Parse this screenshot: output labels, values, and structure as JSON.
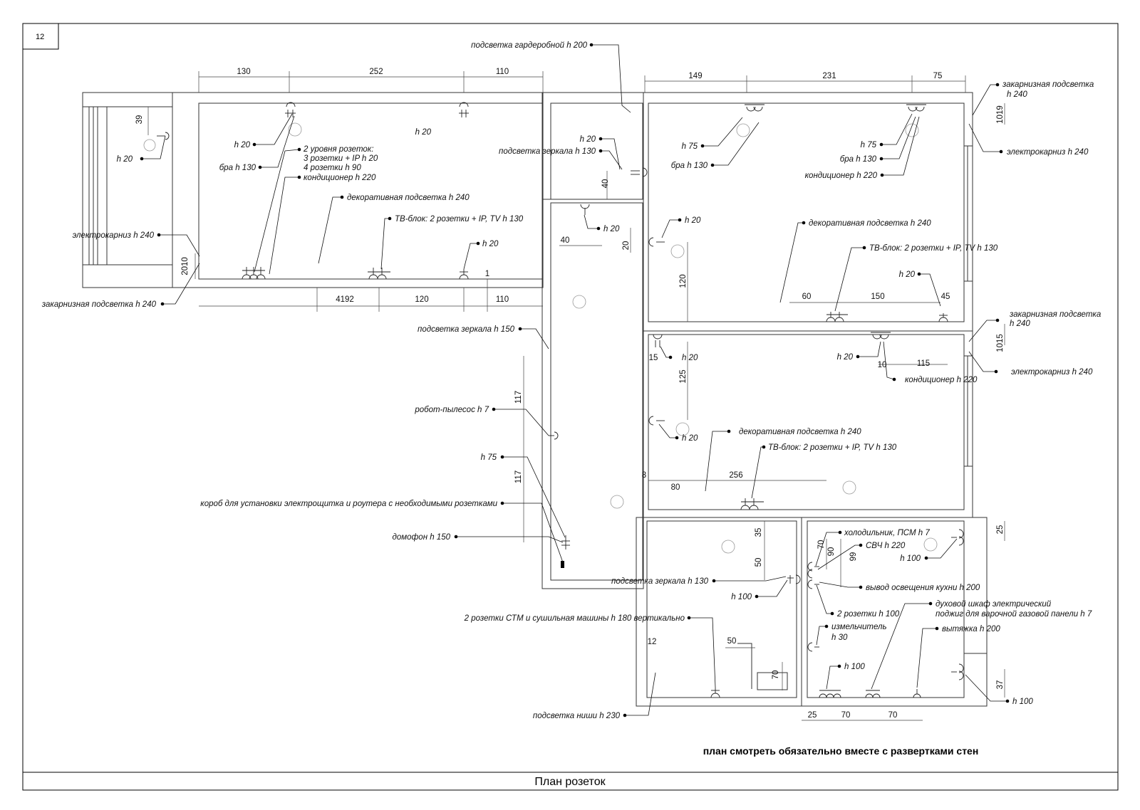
{
  "sheet": {
    "page_number": "12",
    "title": "План розеток",
    "note": "план смотреть обязательно вместе с развертками стен"
  },
  "dimensions": {
    "top_left": [
      "130",
      "252",
      "110"
    ],
    "top_right": [
      "149",
      "231",
      "75"
    ],
    "living_bottom": [
      "4192",
      "120",
      "110"
    ],
    "living_bottom_small": "1",
    "living_left_39": "39",
    "living_left_2010": "2010",
    "wardrobe_40_a": "40",
    "hall_40": "40",
    "br_20": "20",
    "br_120": "120",
    "br_tv": [
      "60",
      "150",
      "45"
    ],
    "br_1019": "1019",
    "br2_1015": "1015",
    "br2_15": "15",
    "br2_125": "125",
    "br2_10": "10",
    "br2_115": "115",
    "br2_8": "8",
    "br2_80": "80",
    "br2_256": "256",
    "corr_117_a": "117",
    "corr_117_b": "117",
    "bath_35": "35",
    "bath_50": "50",
    "bath_50b": "50",
    "bath_12": "12",
    "bath_70": "70",
    "kit_70": "70",
    "kit_90": "90",
    "kit_99": "99",
    "kit_25": "25",
    "kit_37": "37",
    "kit_bottom": [
      "25",
      "70",
      "70"
    ]
  },
  "labels": {
    "wardrobe_light": "подсветка гардеробной h 200",
    "cornice_light_tr": "закарнизная подсветка",
    "cornice_light_tr_h": "h 240",
    "ecornice_tr": "электрокарниз h 240",
    "lr_h20_left": "h 20",
    "lr_h20_a": "h 20",
    "lr_h20_b": "h 20",
    "lr_bra": "бра h 130",
    "lr_levels_1": "2 уровня розеток:",
    "lr_levels_2": "3 розетки + IP h 20",
    "lr_levels_3": "4 розетки h 90",
    "lr_ac": "кондиционер h 220",
    "lr_deco": "декоративная подсветка h 240",
    "lr_tv": "ТВ-блок: 2 розетки + IP, TV h 130",
    "lr_h20_c": "h 20",
    "lr_ecornice": "электрокарниз h 240",
    "lr_cornice": "закарнизная подсветка h 240",
    "wr_h20": "h 20",
    "wr_mirror": "подсветка зеркала h 130",
    "hall_h20": "h 20",
    "br_h75_a": "h 75",
    "br_bra_a": "бра h 130",
    "br_h75_b": "h 75",
    "br_bra_b": "бра h 130",
    "br_ac": "кондиционер h 220",
    "br_h20_a": "h 20",
    "br_deco": "декоративная подсветка h 240",
    "br_tv": "ТВ-блок: 2 розетки + IP, TV h 130",
    "br_h20_b": "h 20",
    "br2_cornice": "закарнизная подсветка",
    "br2_cornice_h": "h 240",
    "br2_h20_a": "h 20",
    "br2_h20_b": "h 20",
    "br2_ecornice": "электрокарниз h 240",
    "br2_ac": "кондиционер h 220",
    "br2_h20_c": "h 20",
    "br2_deco": "декоративная подсветка h 240",
    "br2_tv": "ТВ-блок: 2 розетки + IP, TV h 130",
    "corr_mirror": "подсветка зеркала h 150",
    "corr_robot": "робот-пылесос h 7",
    "corr_h75": "h 75",
    "corr_box": "короб для установки электрощитка и роутера с необходимыми розетками",
    "corr_intercom": "домофон h 150",
    "bath_mirror": "подсветка зеркала h 130",
    "bath_h100": "h 100",
    "bath_wm": "2 розетки СТМ и сушильная машины h 180 вертикально",
    "bath_niche": "подсветка ниши h 230",
    "kit_fridge": "холодильник, ПСМ h 7",
    "kit_mw": "СВЧ h 220",
    "kit_h100_a": "h 100",
    "kit_light": "вывод освещения кухни h 200",
    "kit_2sock": "2 розетки h 100",
    "kit_oven_1": "духовой шкаф электрический",
    "kit_oven_2": "поджиг для варочной газовой панели h 7",
    "kit_grinder_1": "измельчитель",
    "kit_grinder_2": "h 30",
    "kit_hood": "вытяжка h 200",
    "kit_h100_b": "h 100",
    "kit_h100_c": "h 100"
  }
}
